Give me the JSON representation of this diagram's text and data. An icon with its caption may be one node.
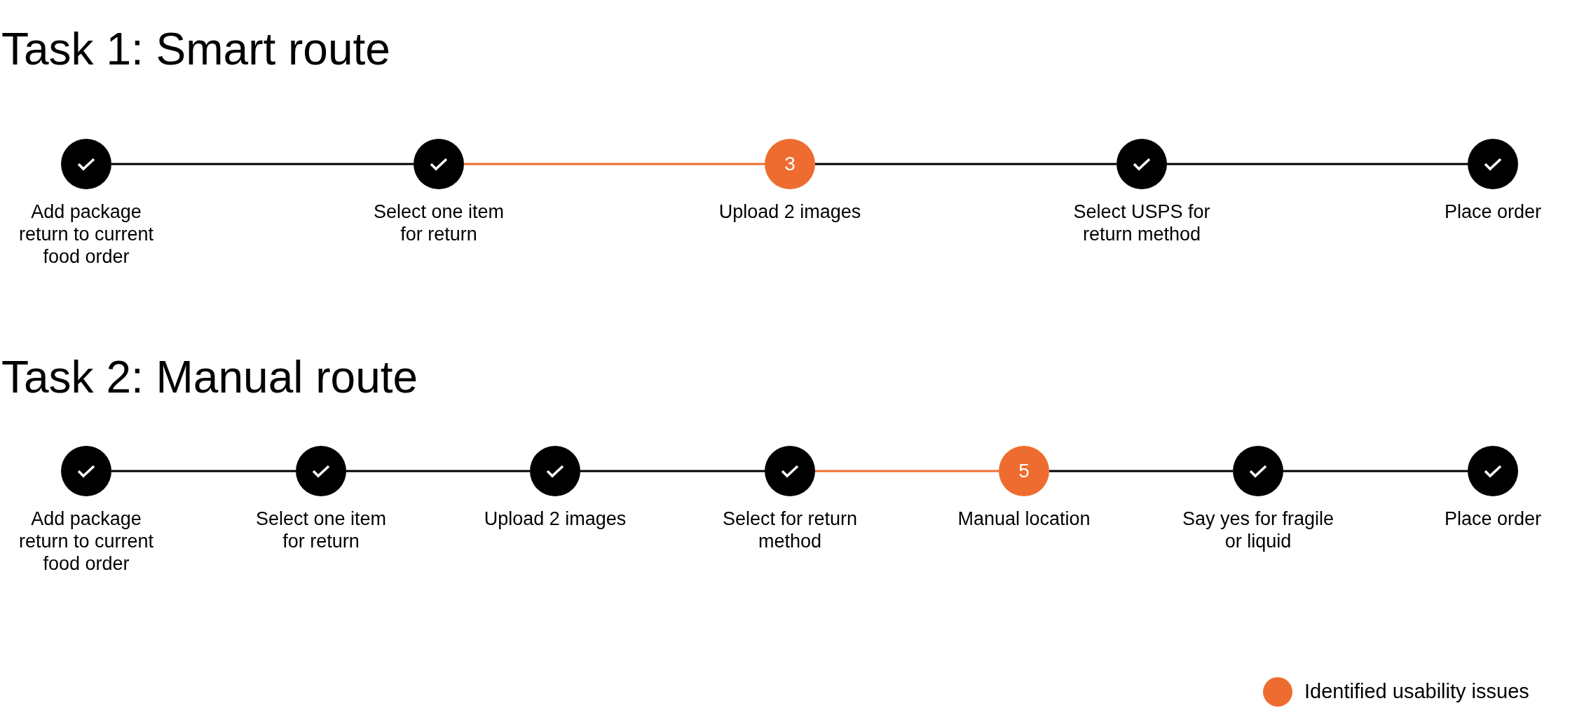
{
  "diagram": {
    "nodes": [
      {
        "text": [
          "Add package return to current food order"
        ]
      },
      {
        "text": [
          "Select one item for return"
        ]
      },
      {
        "text": [
          "3",
          "Upload 2 images"
        ]
      },
      {
        "text": [
          "Select USPS for return method"
        ]
      },
      {
        "text": [
          "Place order"
        ]
      },
      {
        "text": [
          "Add package return to current food order"
        ]
      },
      {
        "text": [
          "Select one item for return"
        ]
      },
      {
        "text": [
          "Upload 2 images"
        ]
      },
      {
        "text": [
          "Select for return method"
        ]
      },
      {
        "text": [
          "5",
          "Manual location"
        ]
      },
      {
        "text": [
          "Say yes for fragile or liquid"
        ]
      },
      {
        "text": [
          "Place order"
        ]
      }
    ],
    "edges": [
      {
        "from": 0,
        "to": 1,
        "arrow": "none"
      },
      {
        "from": 1,
        "to": 2,
        "arrow": "none",
        "color": "#ee6c2f"
      },
      {
        "from": 2,
        "to": 3,
        "arrow": "none"
      },
      {
        "from": 3,
        "to": 4,
        "arrow": "none"
      },
      {
        "from": 5,
        "to": 6,
        "arrow": "none"
      },
      {
        "from": 6,
        "to": 7,
        "arrow": "none"
      },
      {
        "from": 7,
        "to": 8,
        "arrow": "none"
      },
      {
        "from": 8,
        "to": 9,
        "arrow": "none",
        "color": "#ee6c2f"
      },
      {
        "from": 9,
        "to": 10,
        "arrow": "none"
      },
      {
        "from": 10,
        "to": 11,
        "arrow": "none"
      }
    ],
    "labels": [
      "Task 1: Smart route",
      "Task 2: Manual route"
    ],
    "legend": [
      {
        "text": "Identified usability issues",
        "color": "#ee6c2f"
      }
    ]
  }
}
